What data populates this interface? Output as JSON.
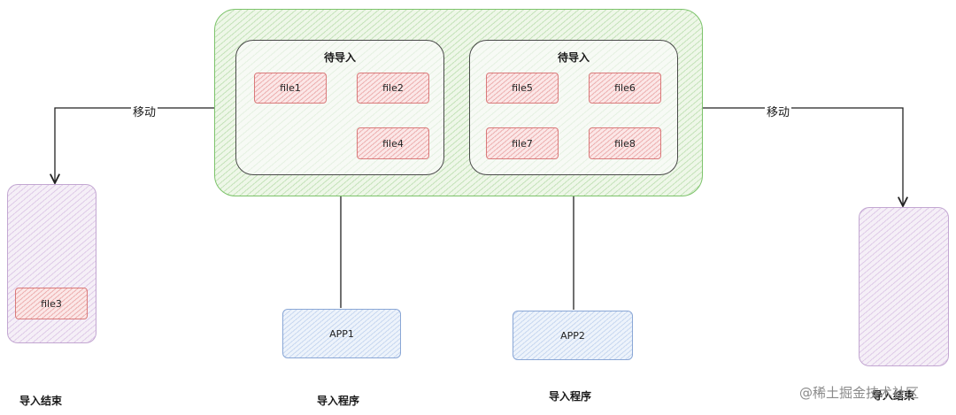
{
  "groups": [
    {
      "title": "待导入",
      "files": [
        "file1",
        "file2",
        "file4"
      ]
    },
    {
      "title": "待导入",
      "files": [
        "file5",
        "file6",
        "file7",
        "file8"
      ]
    }
  ],
  "left_done": {
    "label": "导入结束",
    "file": "file3"
  },
  "right_done": {
    "label": "导入结束"
  },
  "apps": [
    {
      "name": "APP1",
      "caption": "导入程序"
    },
    {
      "name": "APP2",
      "caption": "导入程序"
    }
  ],
  "move_labels": [
    "移动",
    "移动"
  ],
  "watermark": "@稀土掘金技术社区",
  "colors": {
    "container": "#7cc36a",
    "file_box": "#d97a7a",
    "done_box": "#c3a7d2",
    "app_box": "#8aa7d6"
  }
}
